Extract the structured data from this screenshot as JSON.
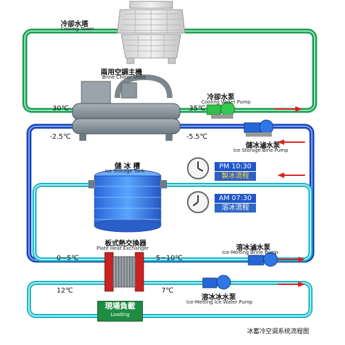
{
  "labels": {
    "cooling_tower_cn": "冷卻水塔",
    "cooling_tower_en": "Cooling Tower",
    "chiller_cn": "兩用空調主機",
    "chiller_en": "Brine Chiller Units",
    "cw_pump_cn": "冷卻水泵",
    "cw_pump_en": "Cooling Water Pump",
    "is_pump_cn": "儲冰滷水泵",
    "is_pump_en": "Ice Storage Bine Pump",
    "tank_cn": "儲 冰 槽",
    "tank_en": "Ice Storage Tank",
    "phe_cn": "板式熱交換器",
    "phe_en": "Plate Heat Exchanger",
    "mb_pump_cn": "溶冰滷水泵",
    "mb_pump_en": "Ice-Melting Brine Pump",
    "mw_pump_cn": "溶冰冰水泵",
    "mw_pump_en": "Ice-Melting Ice Water Pump",
    "load_cn": "現場負載",
    "load_en": "Loading",
    "footer": "冰蓄冷空调系统流程图"
  },
  "temps": {
    "t30": "30℃",
    "t35": "35℃",
    "tm25": "-2.5℃",
    "tm55": "-5.5℃",
    "t05": "0~5℃",
    "t510": "5~10℃",
    "t12": "12℃",
    "t7": "7℃"
  },
  "schedule": {
    "pm_time": "PM 10:30",
    "pm_mode": "製冰流程",
    "am_time": "AM 07:30",
    "am_mode": "溶冰流程"
  },
  "colors": {
    "green_loop": "#2fb36b",
    "blue_loop": "#1f4fc1",
    "cyan_loop": "#27c3d3",
    "arrow_red": "#e02020"
  }
}
